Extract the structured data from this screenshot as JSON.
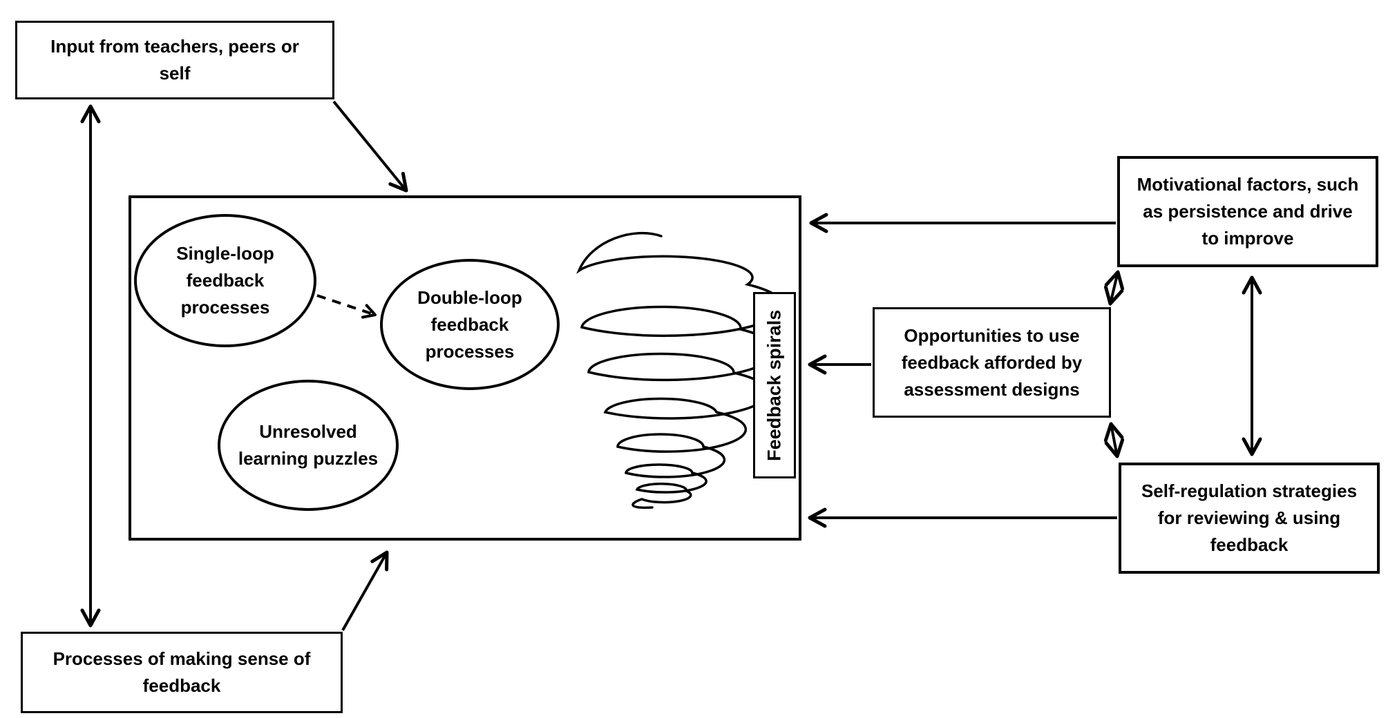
{
  "boxes": {
    "input": {
      "label": "Input from teachers, peers or self"
    },
    "sense_making": {
      "label": "Processes of making sense of feedback"
    },
    "motivational": {
      "label": "Motivational factors, such as persistence and drive to improve"
    },
    "opportunities": {
      "label": "Opportunities to use feedback afforded by assessment designs"
    },
    "self_regulation": {
      "label": "Self-regulation strategies for reviewing & using feedback"
    },
    "feedback_spirals": {
      "label": "Feedback spirals"
    }
  },
  "ellipses": {
    "single_loop": {
      "label": "Single-loop feedback processes"
    },
    "double_loop": {
      "label": "Double-loop feedback processes"
    },
    "unresolved_puzzles": {
      "label": "Unresolved learning puzzles"
    }
  },
  "colors": {
    "line": "#000000",
    "background": "#ffffff"
  }
}
